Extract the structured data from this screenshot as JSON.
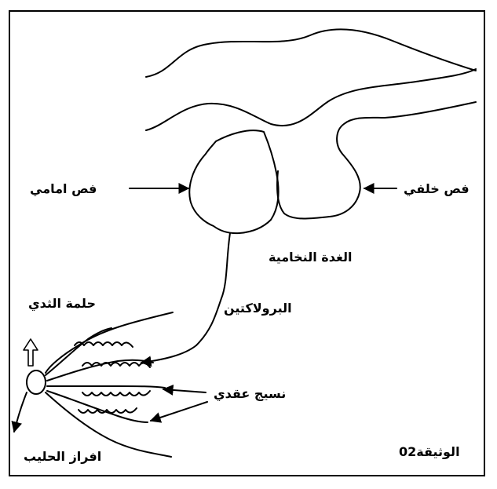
{
  "labels": {
    "anterior_lobe": "فص امامي",
    "posterior_lobe": "فص خلفي",
    "pituitary_gland": "الغدة النخامية",
    "prolactin": "البرولاكتين",
    "nipple": "حلمة الثدي",
    "glandular_tissue": "نسيج عقدي",
    "milk_secretion": "افراز الحليب",
    "document": "الوثيقة02"
  },
  "colors": {
    "stroke": "#000000",
    "background": "#ffffff"
  }
}
